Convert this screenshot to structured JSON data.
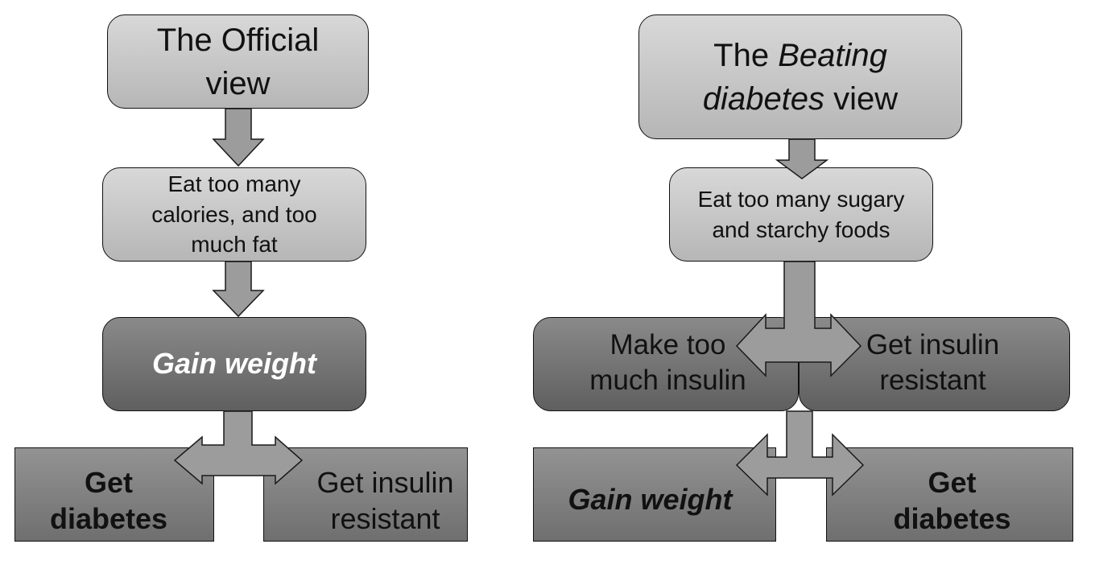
{
  "left": {
    "title": "The Official view",
    "step1": "Eat too many calories, and too much fat",
    "step2": "Gain weight",
    "outcome_a": "Get diabetes",
    "outcome_b": "Get insulin resistant"
  },
  "right": {
    "title_prefix": "The ",
    "title_emph": "Beating diabetes",
    "title_suffix": " view",
    "step1": "Eat too many sugary and starchy foods",
    "mid_a": "Make too much insulin",
    "mid_b": "Get insulin resistant",
    "outcome_a": "Gain weight",
    "outcome_b": "Get diabetes"
  },
  "colors": {
    "light_box": "#c9c9c9",
    "dark_box": "#767676",
    "arrow": "#9c9c9c",
    "outline": "#111111"
  }
}
